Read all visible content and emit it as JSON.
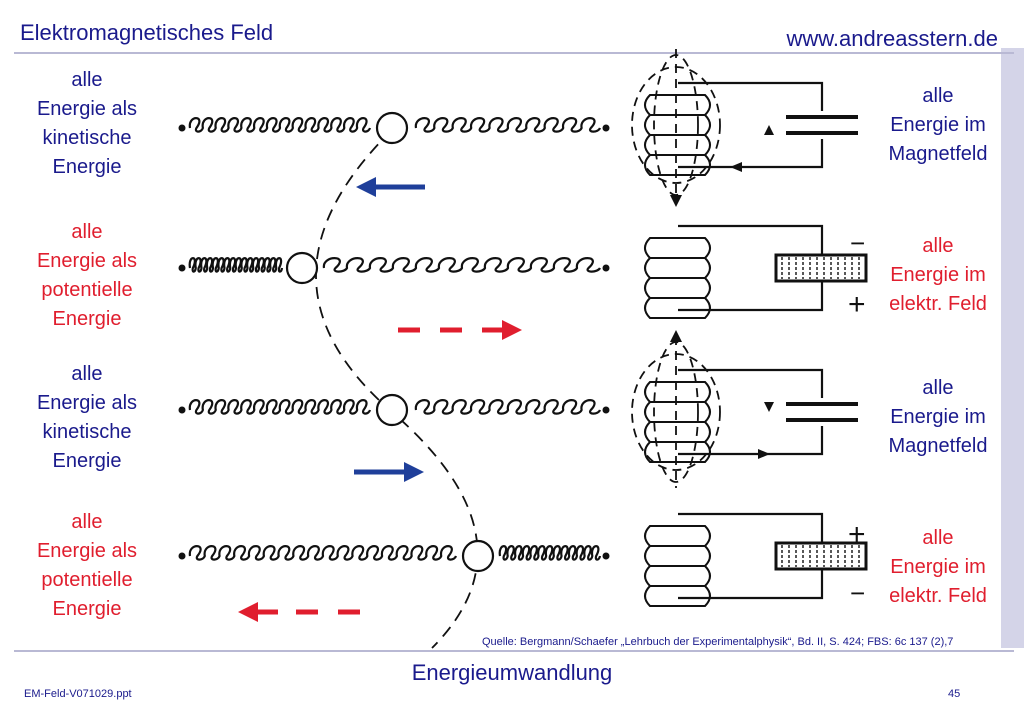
{
  "header": {
    "title": "Elektromagnetisches Feld",
    "url": "www.andreasstern.de"
  },
  "left_labels": [
    {
      "lines": [
        "alle",
        "Energie als",
        "kinetische",
        "Energie"
      ],
      "color": "#1a1a8c"
    },
    {
      "lines": [
        "alle",
        "Energie als",
        "potentielle",
        "Energie"
      ],
      "color": "#e01e2e"
    },
    {
      "lines": [
        "alle",
        "Energie als",
        "kinetische",
        "Energie"
      ],
      "color": "#1a1a8c"
    },
    {
      "lines": [
        "alle",
        "Energie als",
        "potentielle",
        "Energie"
      ],
      "color": "#e01e2e"
    }
  ],
  "right_labels": [
    {
      "lines": [
        "alle",
        "Energie im",
        "Magnetfeld"
      ],
      "color": "#1a1a8c"
    },
    {
      "lines": [
        "alle",
        "Energie im",
        "elektr. Feld"
      ],
      "color": "#e01e2e"
    },
    {
      "lines": [
        "alle",
        "Energie im",
        "Magnetfeld"
      ],
      "color": "#1a1a8c"
    },
    {
      "lines": [
        "alle",
        "Energie im",
        "elektr. Feld"
      ],
      "color": "#e01e2e"
    }
  ],
  "capacitor_signs": {
    "plus": "+",
    "minus": "−"
  },
  "source": "Quelle: Bergmann/Schaefer „Lehrbuch der Experimentalphysik“, Bd. II, S. 424; FBS: 6c 137 (2),7",
  "footer": {
    "title": "Energieumwandlung",
    "file": "EM-Feld-V071029.ppt",
    "page": "45"
  },
  "colors": {
    "blue": "#1a1a8c",
    "red": "#e01e2e",
    "arrow_blue": "#1f3f9a"
  }
}
